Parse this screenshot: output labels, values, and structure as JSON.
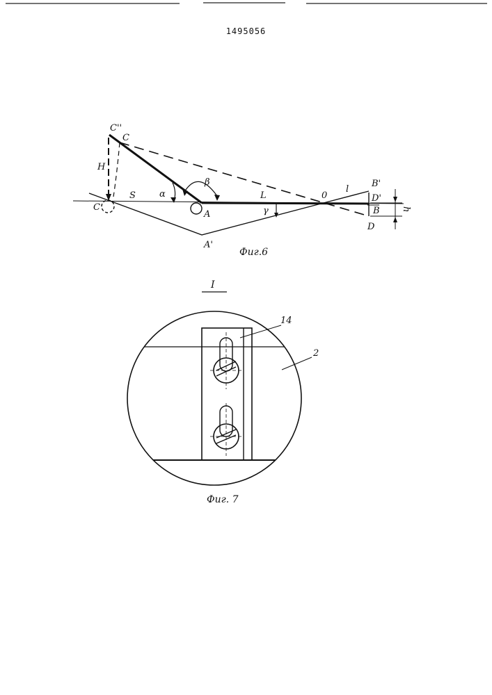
{
  "header": {
    "page_number": "1495056"
  },
  "fig6": {
    "caption": "Фиг.6",
    "labels": {
      "c_double_prime": "C''",
      "c_top": "C",
      "c_left": "C",
      "h_upper": "H",
      "s": "S",
      "alpha": "α",
      "beta": "β",
      "a": "A",
      "a_prime": "A'",
      "l_upper": "L",
      "gamma": "γ",
      "o": "0",
      "l_lower": "l",
      "b_prime": "B'",
      "d_prime": "D'",
      "b": "B",
      "d": "D",
      "h_lower": "h"
    }
  },
  "section": {
    "label": "I"
  },
  "fig7": {
    "caption": "Фиг. 7",
    "part_14": "14",
    "part_2": "2"
  }
}
